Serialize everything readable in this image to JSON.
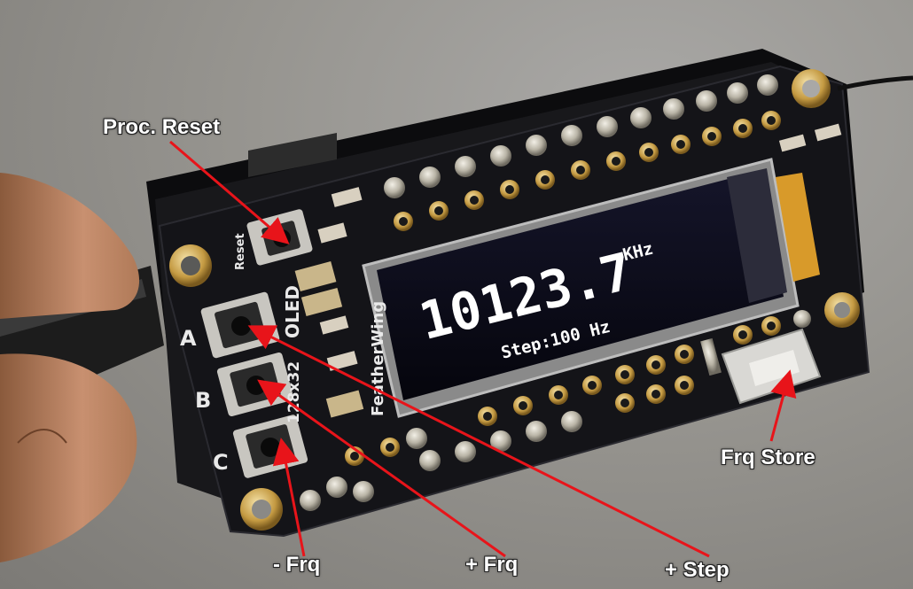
{
  "photo": {
    "description_colors": {
      "background": "#96948f",
      "board": "#141418",
      "oled_bg": "#0a0a14",
      "arrow": "#e8141a"
    },
    "oled": {
      "frequency": "10123.7",
      "frequency_unit": "KHz",
      "step_line": "Step:100 Hz"
    },
    "silkscreen": {
      "reset": "Reset",
      "oled": "OLED",
      "size": "128x32",
      "brand": "FeatherWing",
      "btn_a": "A",
      "btn_b": "B",
      "btn_c": "C"
    },
    "callouts": {
      "proc_reset": "Proc. Reset",
      "frq_store": "Frq Store",
      "minus_frq": "- Frq",
      "plus_frq": "+ Frq",
      "plus_step": "+ Step"
    }
  }
}
